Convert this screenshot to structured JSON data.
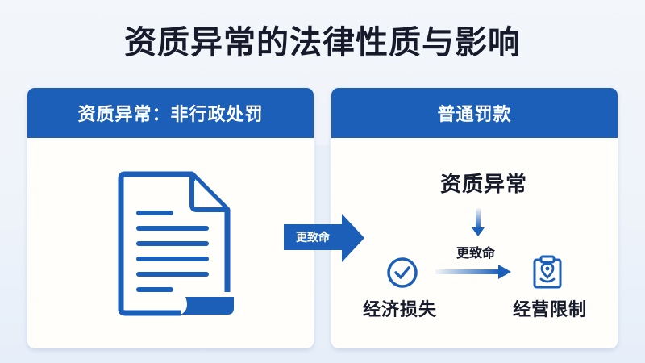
{
  "title": "资质异常的法律性质与影响",
  "colors": {
    "primary_blue": "#1b5fb8",
    "title_text": "#161a2b",
    "panel_bg": "#fffefb",
    "page_bg": "#eef3fa"
  },
  "left_panel": {
    "header": "资质异常：非行政处罚",
    "icon": "document-icon"
  },
  "connector": {
    "label": "更致命",
    "icon": "right-arrow-icon"
  },
  "right_panel": {
    "header": "普通罚款",
    "source_node": "资质异常",
    "down_arrow_icon": "down-arrow-icon",
    "flow_label": "更致命",
    "left_node": {
      "icon": "check-circle-icon",
      "label": "经济损失"
    },
    "right_node": {
      "icon": "clipboard-location-icon",
      "label": "经营限制"
    }
  }
}
